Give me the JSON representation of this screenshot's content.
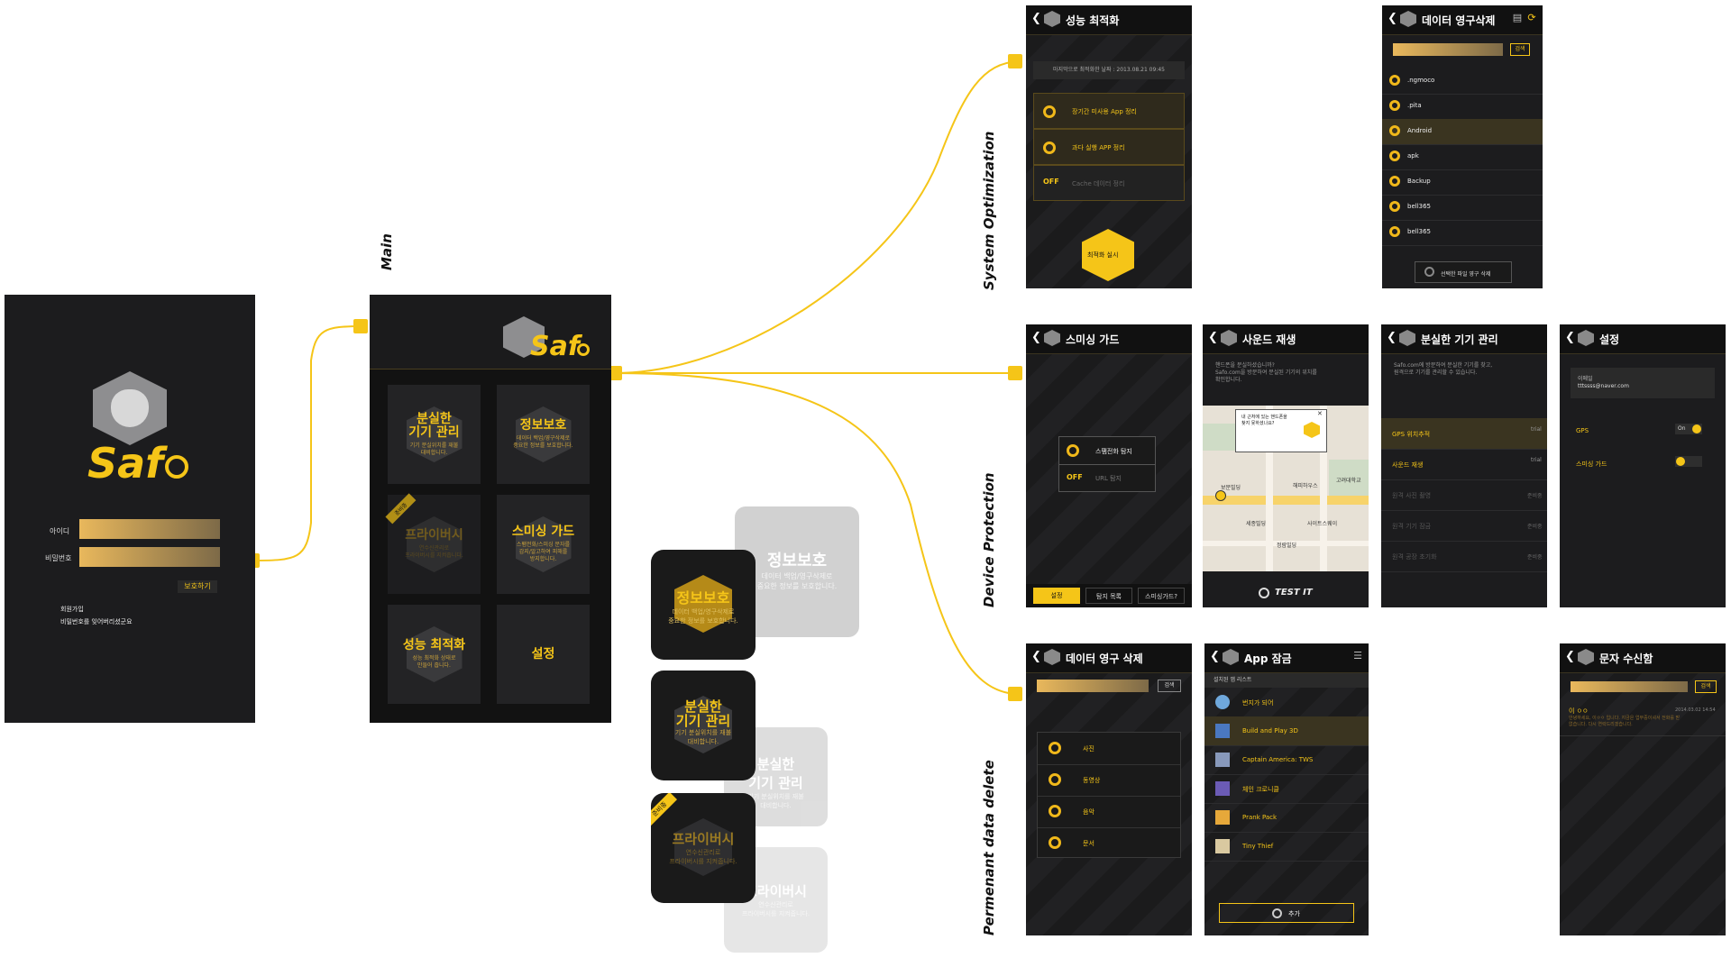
{
  "labels": {
    "main": "Main",
    "system_optimization": "System Optimization",
    "device_protection": "Device Protection",
    "permanent_delete": "Permenant data delete"
  },
  "login": {
    "logo": "Saf",
    "id_label": "아이디",
    "pw_label": "비밀번호",
    "submit": "보호하기",
    "signup": "회원가입",
    "forgot": "비밀번호를 잊어버리셨군요"
  },
  "main_screen": {
    "logo": "Saf",
    "tiles": [
      {
        "title": "분실한\n기기 관리",
        "desc": "기기 분실위치를 재불\n대비합니다."
      },
      {
        "title": "정보보호",
        "desc": "데이터 백업/영구삭제로\n중요한 정보를 보호합니다."
      },
      {
        "title": "프라이버시",
        "desc": "연수신관리로\n프라이버시를 지켜줍니다."
      },
      {
        "title": "스미싱 가드",
        "desc": "스팸전화/스미싱 문자를\n감지/알고하여 피해를\n방지합니다."
      },
      {
        "title": "성능 최적화",
        "desc": "성능 최적화 상태로\n만들어 줍니다."
      },
      {
        "title": "설정",
        "desc": ""
      }
    ],
    "badge": "준비중"
  },
  "tile_states": [
    {
      "title": "정보보호",
      "desc": "데이터 백업/영구삭제로\n중요한 정보를 보호합니다."
    },
    {
      "title": "분실한\n기기 관리",
      "desc": "기기 분실위치를 재불\n대비합니다."
    },
    {
      "title": "프라이버시",
      "desc": "연수신관리로\n프라이버시를 지켜줍니다.",
      "badge": "준비중"
    }
  ],
  "ghost_tiles": [
    {
      "title": "정보보호",
      "desc": "데이터 백업/영구삭제로\n중요한 정보를 보호합니다."
    },
    {
      "title": "분실한\n기기 관리",
      "desc": "기기 분실위치를 재불\n대비합니다."
    },
    {
      "title": "프라이버시",
      "desc": "연수신관리로\n프라이버시를 지켜줍니다."
    }
  ],
  "perf": {
    "title": "성능 최적화",
    "last_run": "마지막으로 최적화한 날짜 : 2013.08.21 09:45",
    "items": [
      "장기간 미사용 App 정리",
      "과다 실행 APP 정리",
      "Cache 데이터 정리"
    ],
    "button": "최적화 실시"
  },
  "data_delete_top": {
    "title": "데이터 영구삭제",
    "search": "검색",
    "files": [
      ".ngmoco",
      ".pita",
      "Android",
      "apk",
      "Backup",
      "bell365",
      "bell365"
    ],
    "button": "선택한 파일 영구 삭제"
  },
  "smishing": {
    "title": "스미싱 가드",
    "items": [
      "스팸전화 탐지",
      "URL 탐지"
    ],
    "tabs": [
      "설정",
      "탐지 목록",
      "스미싱가드?"
    ]
  },
  "sound": {
    "title": "사운드 재생",
    "desc": "핸드폰을 분실하셨습니까?\nSafo.com을 방문하여 분실된 기기의 위치를\n확인합니다.",
    "popup": "내 근처에 있는 핸드폰을\n찾지 못하셨나요?",
    "map_labels": [
      "보문빌딩",
      "세종빌딩",
      "사이트스웨이",
      "고려대학교",
      "정람빌딩",
      "해피하우스"
    ],
    "button": "TEST IT"
  },
  "lost": {
    "title": "분실한 기기 관리",
    "desc": "Safo.com에 방문하여 분실한 기기를 찾고,\n원격으로 기기를 관리할 수 있습니다.",
    "rows": [
      {
        "label": "GPS 위치추적",
        "right": "trial"
      },
      {
        "label": "사운드 재생",
        "right": "trial"
      },
      {
        "label": "원격 사진 촬영",
        "right": "준비중"
      },
      {
        "label": "원격 기기 잠금",
        "right": "준비중"
      },
      {
        "label": "원격 공장 초기화",
        "right": "준비중"
      }
    ]
  },
  "settings": {
    "title": "설정",
    "email_label": "이메일",
    "email": "tttssss@naver.com",
    "gps": "GPS",
    "gps_state": "On",
    "smishing": "스미싱 가드"
  },
  "data_delete_bottom": {
    "title": "데이터 영구 삭제",
    "search": "검색",
    "items": [
      "사진",
      "동영상",
      "음악",
      "문서"
    ]
  },
  "app_lock": {
    "title": "App 잠금",
    "subtitle": "설치된 앱 리스트",
    "apps": [
      "번지가 되어",
      "Build and Play 3D",
      "Captain America: TWS",
      "체인 크로니클",
      "Prank Pack",
      "Tiny Thief"
    ],
    "button": "추가"
  },
  "sms": {
    "title": "문자 수신함",
    "search": "검색",
    "sender": "이 ㅇㅇ",
    "date": "2014.03.02 14:54",
    "message": "안녕하세요, 이ㅇㅇ 입니다. 지금은 업무중이셔서 전화를 받\n없습니다. 다시 연락드리겠습니다."
  },
  "colors": {
    "accent": "#f5c518",
    "phone_bg": "#1c1c1e",
    "header_bg": "#111111"
  }
}
